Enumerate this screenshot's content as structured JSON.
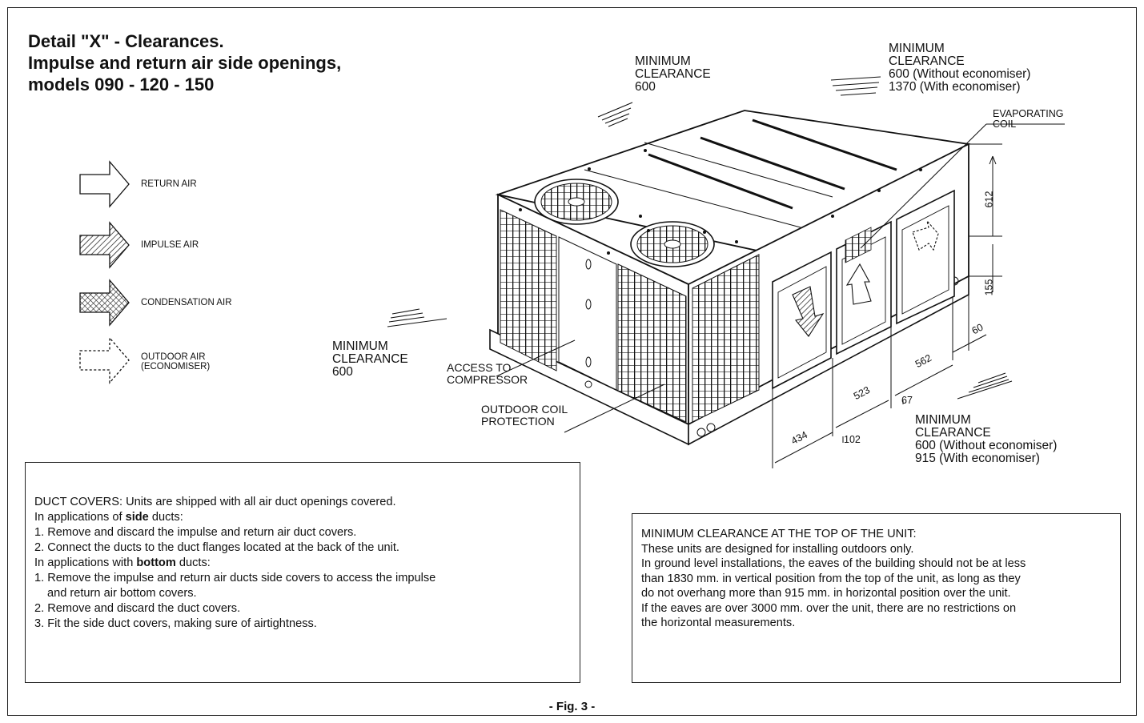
{
  "title": {
    "line1": "Detail \"X\" - Clearances.",
    "line2": "Impulse and return air side openings,",
    "line3": "models 090 - 120 - 150"
  },
  "legend": [
    {
      "label": "RETURN AIR"
    },
    {
      "label": "IMPULSE AIR"
    },
    {
      "label": "CONDENSATION AIR"
    },
    {
      "label_line1": "OUTDOOR AIR",
      "label_line2": "(ECONOMISER)"
    }
  ],
  "clearances": {
    "top_left": {
      "line1": "MINIMUM",
      "line2": "CLEARANCE",
      "line3": "600"
    },
    "top_right": {
      "line1": "MINIMUM",
      "line2": "CLEARANCE",
      "line3": "600 (Without economiser)",
      "line4": "1370 (With economiser)"
    },
    "left": {
      "line1": "MINIMUM",
      "line2": "CLEARANCE",
      "line3": "600"
    },
    "bottom_right": {
      "line1": "MINIMUM",
      "line2": "CLEARANCE",
      "line3": "600 (Without economiser)",
      "line4": "915 (With economiser)"
    }
  },
  "callouts": {
    "evaporating_coil": {
      "line1": "EVAPORATING",
      "line2": "COIL"
    },
    "access_compressor": {
      "line1": "ACCESS TO",
      "line2": "COMPRESSOR"
    },
    "outdoor_coil": {
      "line1": "OUTDOOR COIL",
      "line2": "PROTECTION"
    }
  },
  "dimensions": {
    "d612": "612",
    "d155": "155",
    "d60": "60",
    "d562": "562",
    "d523": "523",
    "d67": "67",
    "d434": "434",
    "d102": "102"
  },
  "duct_box": {
    "p1": "DUCT COVERS: Units are shipped with all air duct openings covered.",
    "p2_pre": "In applications of ",
    "p2_bold": "side",
    "p2_post": " ducts:",
    "p3": "1. Remove and discard the impulse and return air duct covers.",
    "p4": "2. Connect the ducts to the duct flanges located at the back of the unit.",
    "p5_pre": "In applications with ",
    "p5_bold": "bottom",
    "p5_post": " ducts:",
    "p6a": "1. Remove the impulse and return air ducts side covers to access the impulse",
    "p6b": "and return air bottom covers.",
    "p7": "2. Remove and discard the duct covers.",
    "p8": "3. Fit the side duct covers, making sure of airtightness."
  },
  "top_box": {
    "l1": "MINIMUM CLEARANCE AT THE TOP OF THE UNIT:",
    "l2": "These units are designed for installing outdoors only.",
    "l3": "In ground level installations, the eaves of the building should not be at less",
    "l4": "than 1830 mm. in vertical position from the top of the unit, as long as they",
    "l5": "do not overhang more than 915 mm. in horizontal position over the unit.",
    "l6": "If the eaves are over 3000 mm. over the unit, there are no restrictions on",
    "l7": "the horizontal measurements."
  },
  "caption": "- Fig. 3 -"
}
